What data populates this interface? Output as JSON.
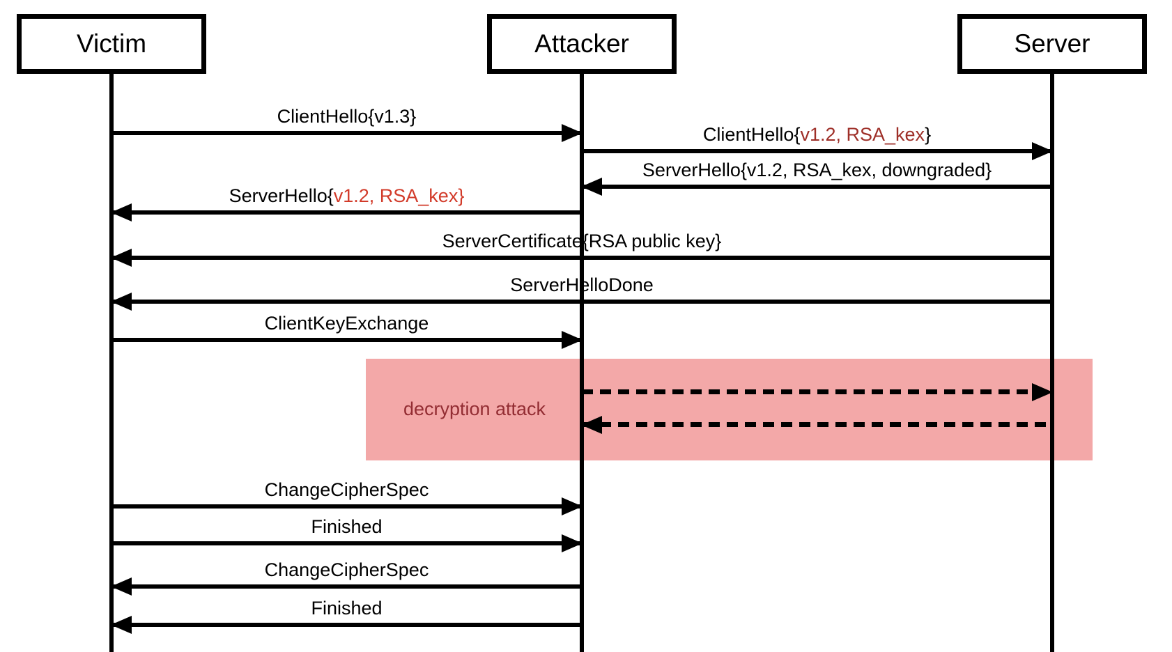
{
  "colors": {
    "line": "#000000",
    "attack_bg": "#f3a8a8",
    "attack_text": "#932d33",
    "red_dark": "#9e2f28",
    "red_bright": "#d23b2a"
  },
  "actors": [
    {
      "name": "Victim"
    },
    {
      "name": "Attacker"
    },
    {
      "name": "Server"
    }
  ],
  "messages": [
    {
      "pre": "ClientHello{v1.3}"
    },
    {
      "pre": "ClientHello{",
      "em": "v1.2, RSA_kex",
      "post": "}"
    },
    {
      "pre": "ServerHello{v1.2, RSA_kex, downgraded}"
    },
    {
      "pre": "ServerHello{",
      "em": "v1.2, RSA_kex}",
      "post": ""
    },
    {
      "pre": "ServerCertificate{RSA public key}"
    },
    {
      "pre": "ServerHelloDone"
    },
    {
      "pre": "ClientKeyExchange"
    },
    {
      "pre": "ChangeCipherSpec"
    },
    {
      "pre": "Finished"
    },
    {
      "pre": "ChangeCipherSpec"
    },
    {
      "pre": "Finished"
    }
  ],
  "attack": {
    "label": "decryption attack"
  }
}
